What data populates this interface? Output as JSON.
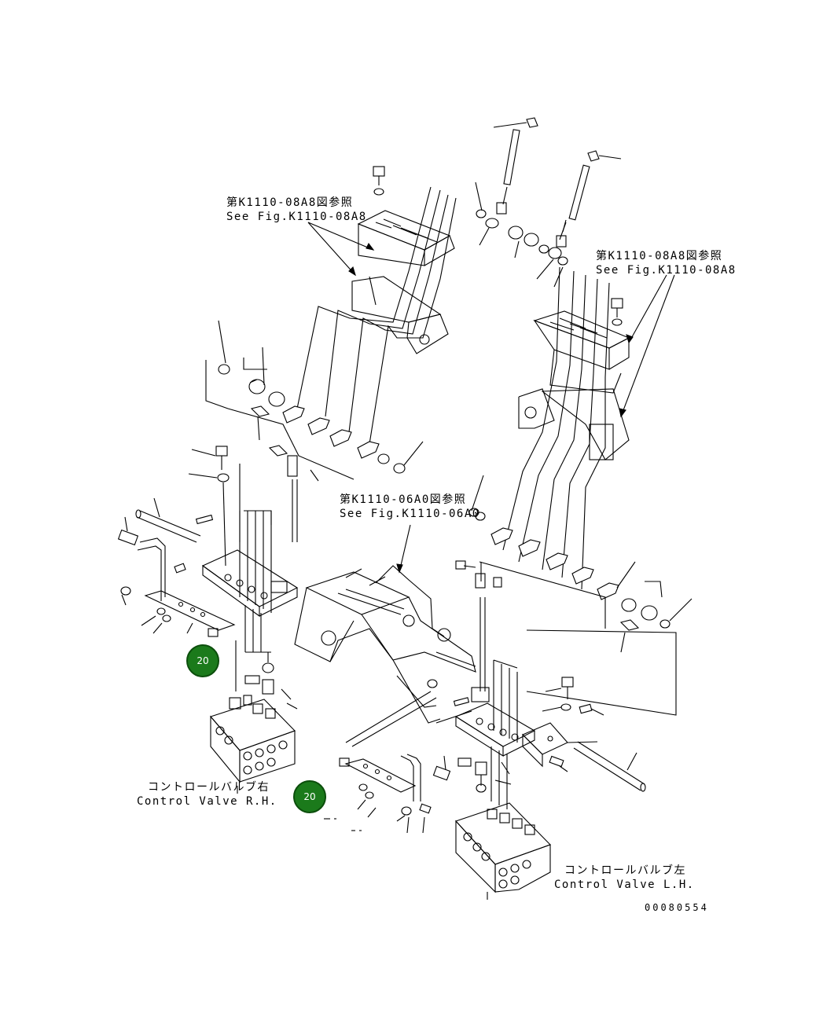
{
  "labels": {
    "ref_top_left_jp": "第K1110-08A8図参照",
    "ref_top_left_en": "See Fig.K1110-08A8",
    "ref_top_right_jp": "第K1110-08A8図参照",
    "ref_top_right_en": "See Fig.K1110-08A8",
    "ref_center_jp": "第K1110-06A0図参照",
    "ref_center_en": "See Fig.K1110-06A0",
    "valve_rh_jp": "コントロールバルブ右",
    "valve_rh_en": "Control Valve R.H.",
    "valve_lh_jp": "コントロールバルブ左",
    "valve_lh_en": "Control Valve L.H.",
    "drawing_number": "00080554"
  },
  "callouts": [
    {
      "id": "callout-left",
      "number": "20"
    },
    {
      "id": "callout-right",
      "number": "20"
    }
  ],
  "colors": {
    "callout_fill": "#1b7a1b",
    "line": "#000000",
    "background": "#ffffff"
  }
}
